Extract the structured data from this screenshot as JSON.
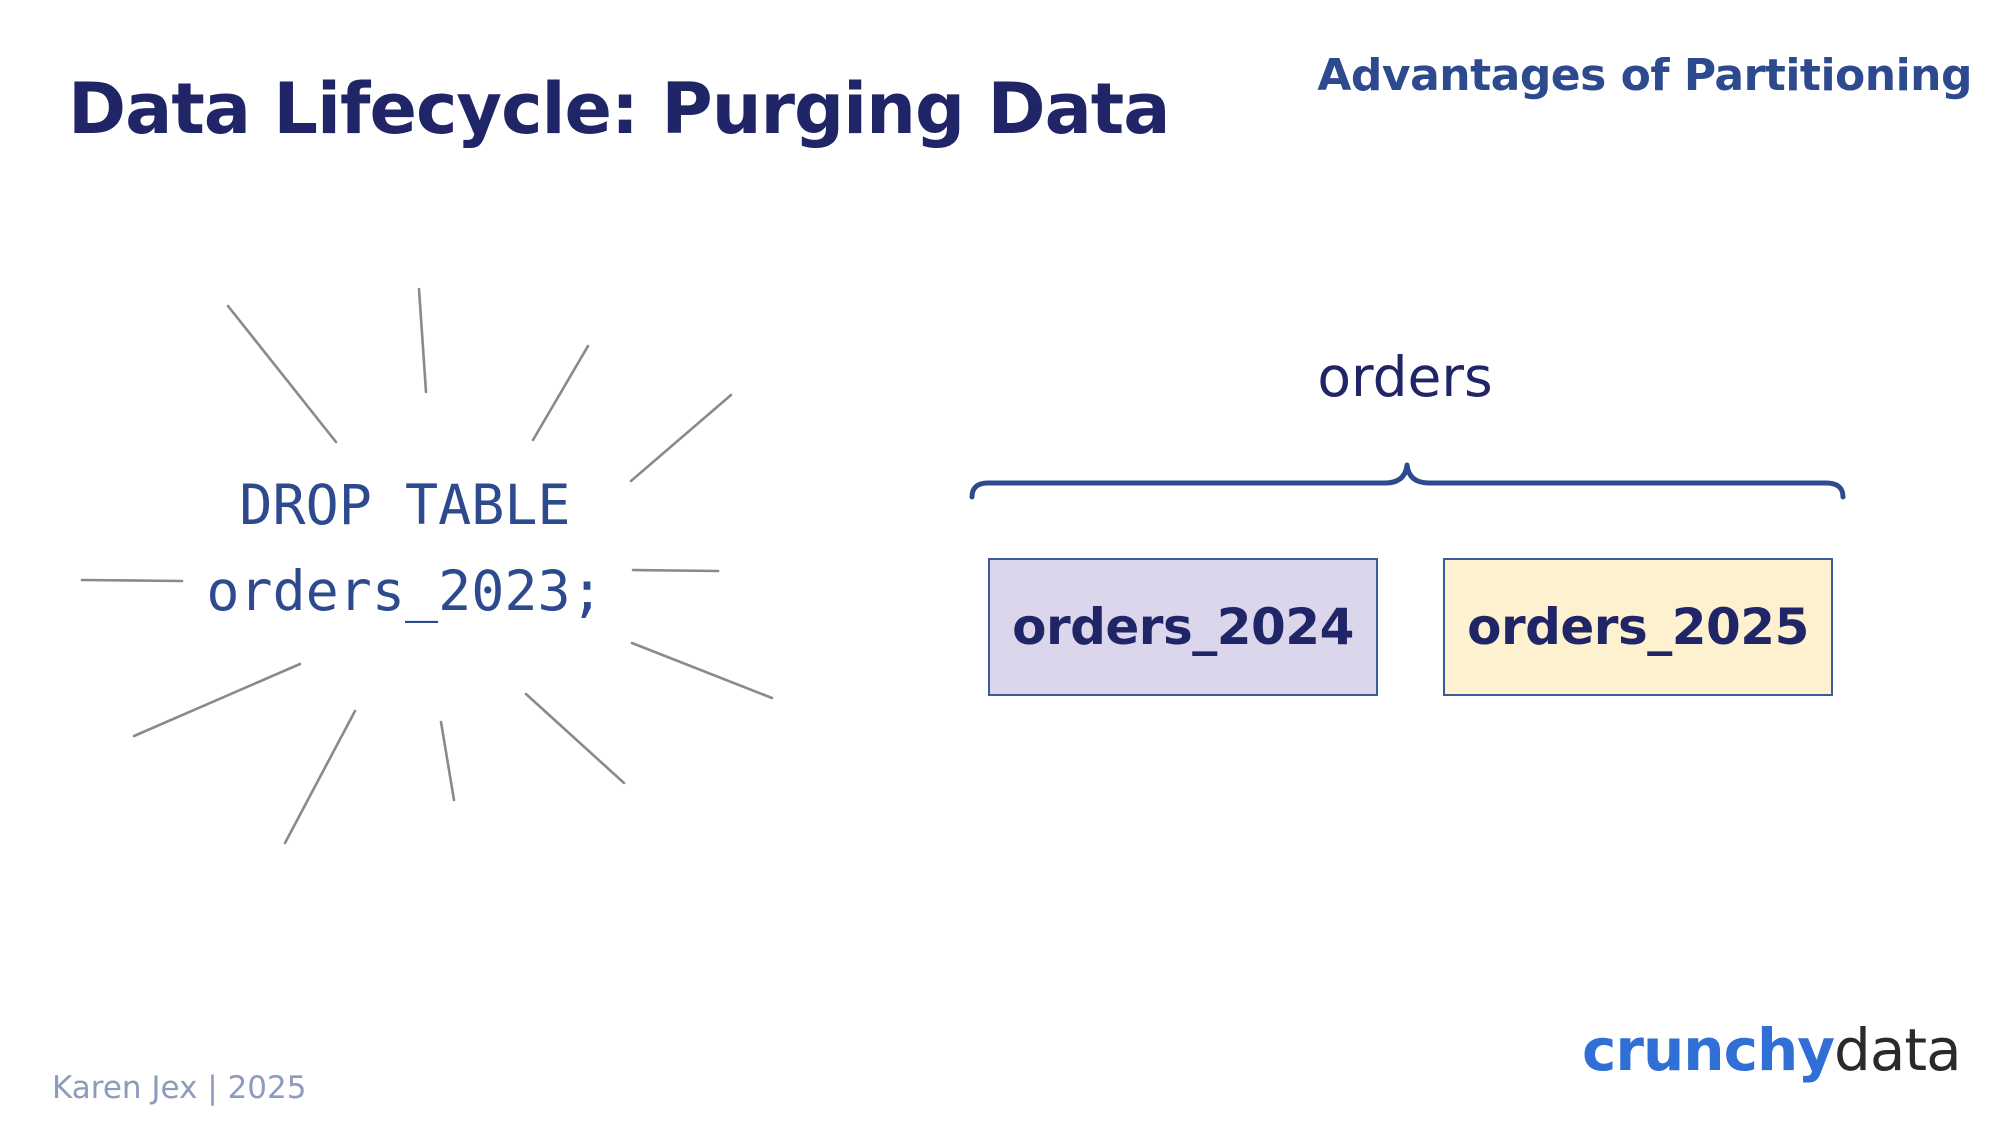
{
  "slide": {
    "title": "Data Lifecycle: Purging Data",
    "section": "Advantages of Partitioning",
    "footer": "Karen Jex | 2025"
  },
  "statement": {
    "line1": "DROP TABLE",
    "line2": "orders_2023;"
  },
  "diagram": {
    "parent_table": "orders",
    "partitions": [
      {
        "name": "orders_2024",
        "fill": "#dcd6ec"
      },
      {
        "name": "orders_2025",
        "fill": "#fdf1cf"
      }
    ]
  },
  "logo": {
    "part1": "crunchy",
    "part2": "data"
  },
  "colors": {
    "title": "#1f2566",
    "accent": "#2e4a8f",
    "logo_blue": "#2f6fd6"
  }
}
